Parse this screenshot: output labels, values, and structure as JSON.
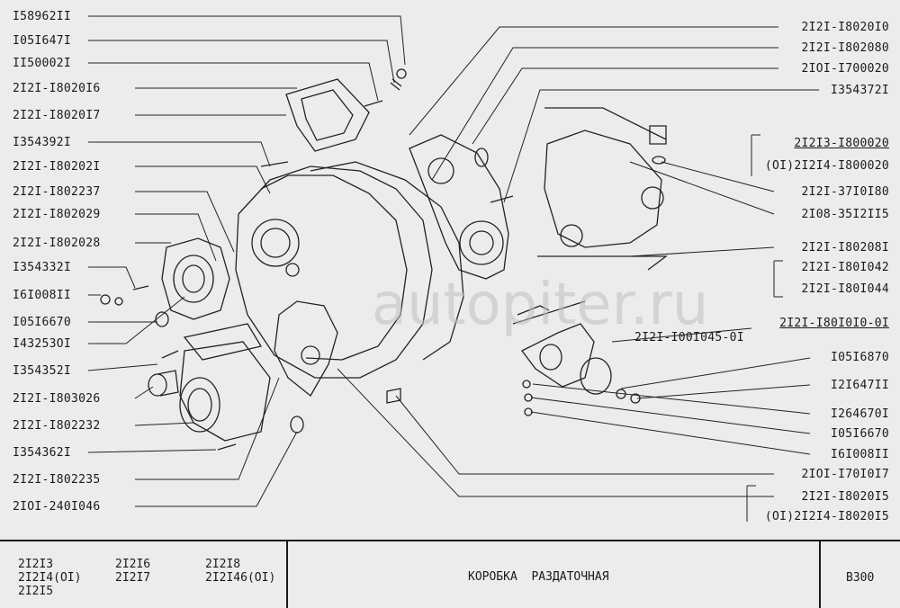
{
  "left_labels": [
    "I58962II",
    "I05I647I",
    "II50002I",
    "2I2I-I8020I6",
    "2I2I-I8020I7",
    "I354392I",
    "2I2I-I80202I",
    "2I2I-I802237",
    "2I2I-I802029",
    "2I2I-I802028",
    "I354332I",
    "I6I008II",
    "I05I6670",
    "I43253OI",
    "I354352I",
    "2I2I-I803026",
    "2I2I-I802232",
    "I354362I",
    "2I2I-I802235",
    "2IOI-240I046"
  ],
  "right_labels": [
    "2I2I-I8020I0",
    "2I2I-I802080",
    "2IOI-I700020",
    "I354372I",
    "2I2I3-I800020",
    "(OI)2I2I4-I800020",
    "2I2I-37I0I80",
    "2I08-35I2II5",
    "2I2I-I80208I",
    "2I2I-I80I042",
    "2I2I-I80I044",
    "2I2I-I80I0I0-0I",
    "2I2I-I00I045-0I",
    "I05I6870",
    "I2I647II",
    "I264670I",
    "I05I6670",
    "I6I008II",
    "2IOI-I70I0I7",
    "2I2I-I8020I5",
    "(OI)2I2I4-I8020I5"
  ],
  "watermark": "autopiter.ru",
  "footer": {
    "models_col1": [
      "2I2I3",
      "2I2I4(OI)",
      "2I2I5"
    ],
    "models_col2": [
      "2I2I6",
      "2I2I7"
    ],
    "models_col3": [
      "2I2I8",
      "2I2I46(OI)"
    ],
    "title": "КОРОБКА  РАЗДАТОЧНАЯ",
    "code": "B300"
  }
}
